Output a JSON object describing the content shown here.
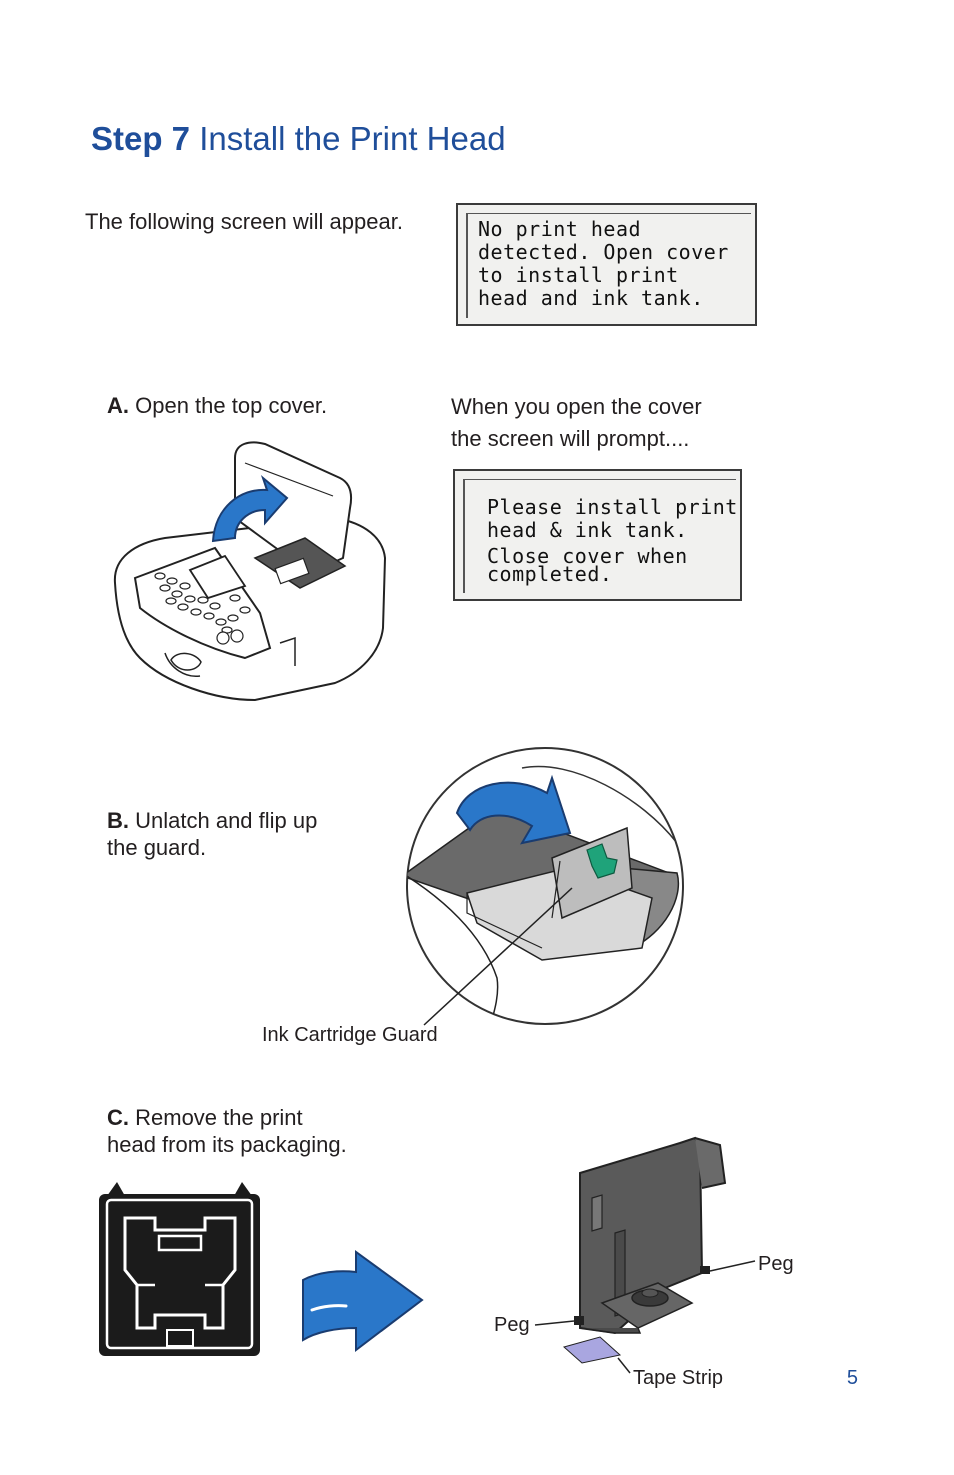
{
  "header": {
    "step_label": "Step 7",
    "title": "Install the Print Head"
  },
  "intro": {
    "text": "The following screen will appear.",
    "lcd_lines": [
      "No print head",
      "detected. Open cover",
      "to install print",
      "head and ink tank."
    ]
  },
  "step_a": {
    "letter": "A.",
    "text": "Open the top cover.",
    "prompt_line1": "When you open the cover",
    "prompt_line2": "the screen will prompt....",
    "lcd_lines_top": [
      "Please install print",
      "head & ink tank."
    ],
    "lcd_lines_bottom": [
      "Close cover when",
      "completed."
    ]
  },
  "step_b": {
    "letter": "B.",
    "text_line1": "Unlatch and flip up",
    "text_line2": "the guard.",
    "callout": "Ink Cartridge Guard"
  },
  "step_c": {
    "letter": "C.",
    "text_line1": "Remove the print",
    "text_line2": "head from its packaging.",
    "callout_peg_right": "Peg",
    "callout_peg_left": "Peg",
    "callout_tape": "Tape Strip"
  },
  "footer": {
    "page_number": "5"
  },
  "colors": {
    "accent_blue": "#1f4e9a",
    "arrow_blue": "#2a77c9",
    "latch_green": "#1fa37a",
    "tape_purple": "#a9a6e0"
  }
}
